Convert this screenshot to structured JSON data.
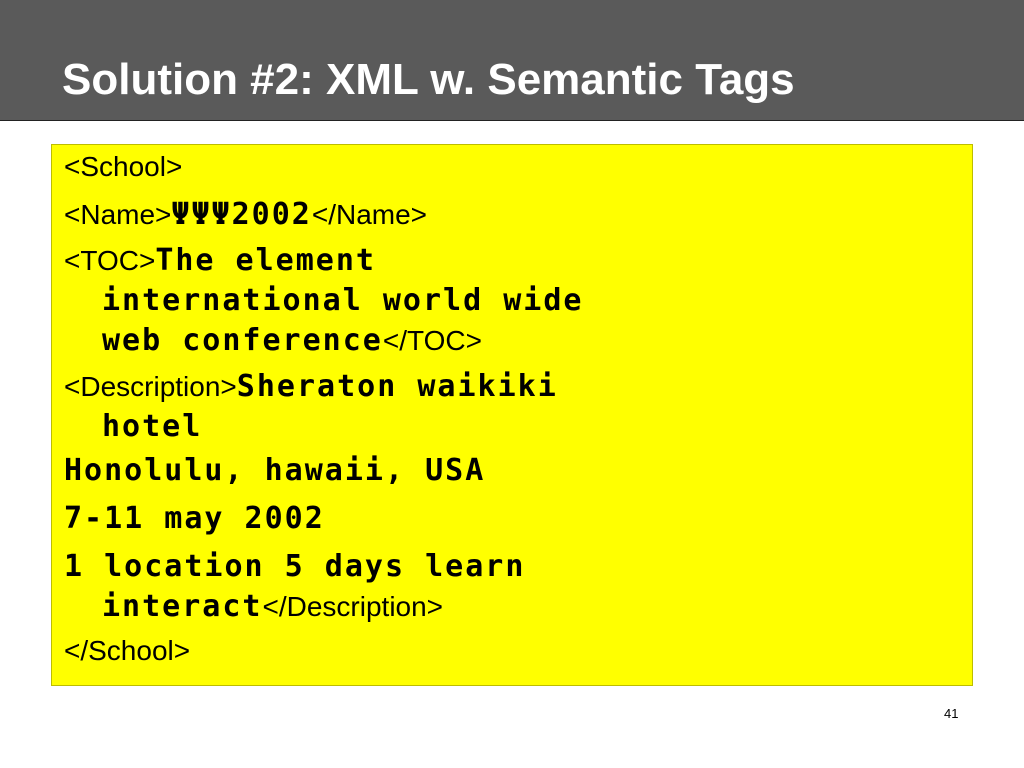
{
  "slide": {
    "title": "Solution #2: XML w. Semantic Tags",
    "page_number": "41"
  },
  "content": {
    "school_open": "<School>",
    "name_open": "<Name>",
    "name_text": "ΨΨΨ2002",
    "name_close": "</Name>",
    "toc_open": "<TOC>",
    "toc_text_1": "The element",
    "toc_text_2": "international world wide",
    "toc_text_3": "web conference",
    "toc_close": "</TOC>",
    "desc_open": "<Description>",
    "desc_text_1": "Sheraton waikiki",
    "desc_text_2": "hotel",
    "desc_text_3": "Honolulu, hawaii, USA",
    "desc_text_4": "7-11 may 2002",
    "desc_text_5": "1 location 5 days learn",
    "desc_text_6": "interact",
    "desc_close": "</Description>",
    "school_close": "</School>"
  },
  "colors": {
    "title_bar": "#5a5a5a",
    "content_background": "#ffff00",
    "title_text": "#ffffff"
  }
}
